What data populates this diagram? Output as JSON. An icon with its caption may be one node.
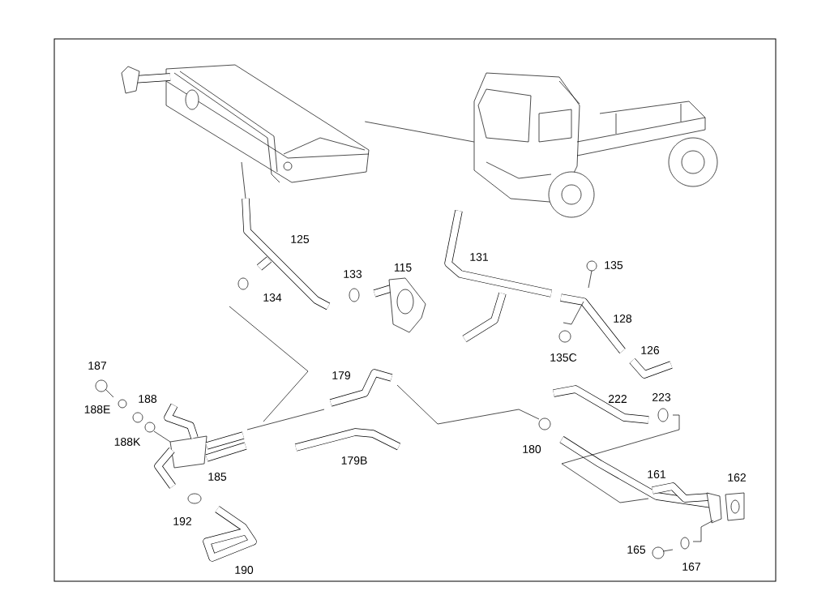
{
  "diagram": {
    "nodes": [
      {
        "text": [],
        "shape": "picture"
      },
      {
        "text": [],
        "shape": "picture"
      }
    ],
    "edges": [
      {
        "from": 0,
        "to": 1,
        "arrow": "none"
      }
    ],
    "labels": [
      "125",
      "115",
      "135",
      "131",
      "133",
      "134",
      "128",
      "126",
      "135C",
      "187",
      "179",
      "188",
      "222",
      "223",
      "188E",
      "188K",
      "180",
      "179B",
      "185",
      "161",
      "162",
      "192",
      "165",
      "167",
      "190"
    ]
  }
}
